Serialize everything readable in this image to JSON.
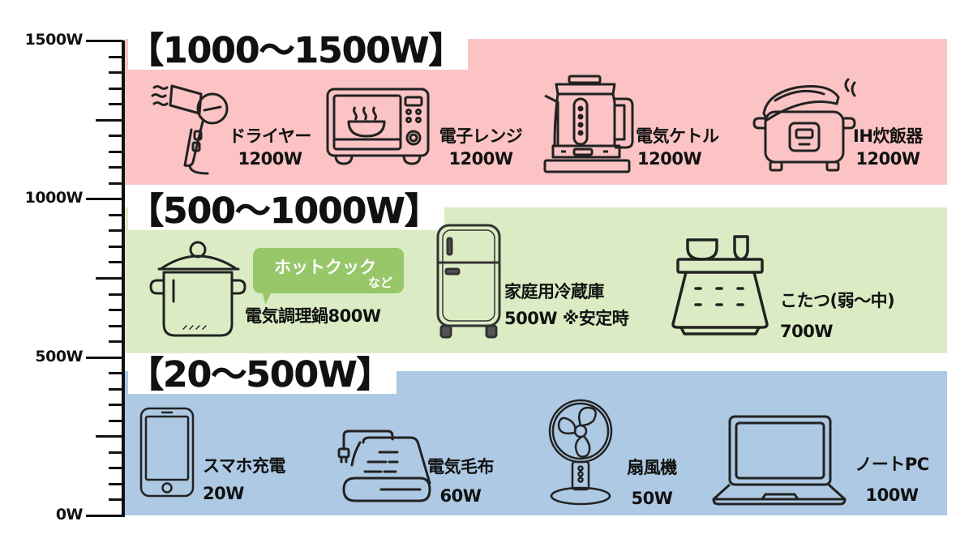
{
  "axis": {
    "labels": [
      {
        "text": "1500W",
        "value": 1500
      },
      {
        "text": "1000W",
        "value": 1000
      },
      {
        "text": "500W",
        "value": 500
      },
      {
        "text": "0W",
        "value": 0
      }
    ],
    "minor_tick_step_w": 50,
    "mid_tick_step_w": 250
  },
  "colors": {
    "high_band": "#fbc3c3",
    "mid_band": "#dbecc4",
    "low_band": "#adc9e3",
    "bubble": "#98c76a",
    "text": "#111111"
  },
  "bands": [
    {
      "title": "【1000～1500W】",
      "items": [
        {
          "name": "ドライヤー",
          "watt": "1200W",
          "icon": "hair-dryer-icon"
        },
        {
          "name": "電子レンジ",
          "watt": "1200W",
          "icon": "microwave-icon"
        },
        {
          "name": "電気ケトル",
          "watt": "1200W",
          "icon": "electric-kettle-icon"
        },
        {
          "name": "IH炊飯器",
          "watt": "1200W",
          "icon": "rice-cooker-icon"
        }
      ]
    },
    {
      "title": "【500～1000W】",
      "bubble": {
        "main": "ホットクック",
        "sub": "など"
      },
      "items": [
        {
          "name": "電気調理鍋800W",
          "watt": "",
          "icon": "cooking-pot-icon"
        },
        {
          "name": "家庭用冷蔵庫",
          "watt": "500W ※安定時",
          "icon": "refrigerator-icon"
        },
        {
          "name": "こたつ(弱～中)",
          "watt": "700W",
          "icon": "kotatsu-icon"
        }
      ]
    },
    {
      "title": "【20～500W】",
      "items": [
        {
          "name": "スマホ充電",
          "watt": "20W",
          "icon": "smartphone-icon"
        },
        {
          "name": "電気毛布",
          "watt": "60W",
          "icon": "electric-blanket-icon"
        },
        {
          "name": "扇風機",
          "watt": "50W",
          "icon": "electric-fan-icon"
        },
        {
          "name": "ノートPC",
          "watt": "100W",
          "icon": "laptop-icon"
        }
      ]
    }
  ]
}
